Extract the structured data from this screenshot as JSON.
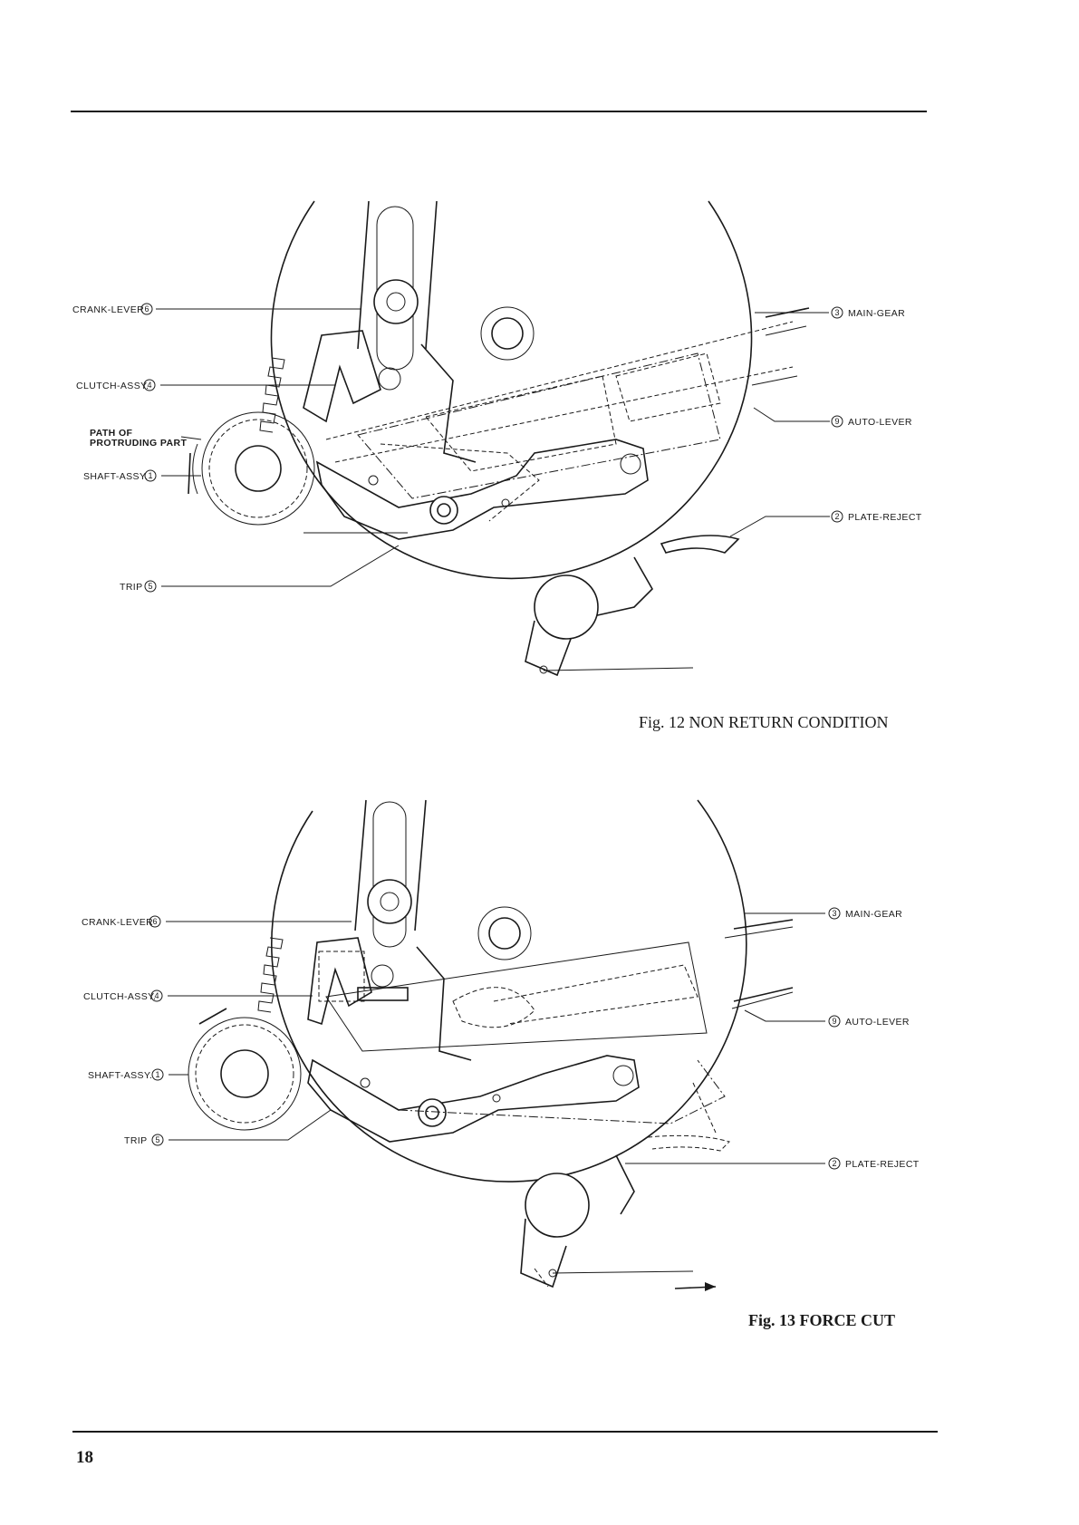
{
  "fig12": {
    "caption": "Fig. 12  NON RETURN CONDITION",
    "labels": {
      "crank_lever": "CRANK-LEVER",
      "crank_lever_num": "6",
      "clutch_assy": "CLUTCH-ASSY.",
      "clutch_assy_num": "4",
      "path_line1": "PATH OF",
      "path_line2": "PROTRUDING PART",
      "shaft_assy": "SHAFT-ASSY.",
      "shaft_assy_num": "1",
      "trip": "TRIP",
      "trip_num": "5",
      "main_gear": "MAIN-GEAR",
      "main_gear_num": "3",
      "auto_lever": "AUTO-LEVER",
      "auto_lever_num": "9",
      "plate_reject": "PLATE-REJECT",
      "plate_reject_num": "2"
    }
  },
  "fig13": {
    "caption": "Fig. 13  FORCE CUT",
    "labels": {
      "crank_lever": "CRANK-LEVER",
      "crank_lever_num": "6",
      "clutch_assy": "CLUTCH-ASSY.",
      "clutch_assy_num": "4",
      "shaft_assy": "SHAFT-ASSY.",
      "shaft_assy_num": "1",
      "trip": "TRIP",
      "trip_num": "5",
      "main_gear": "MAIN-GEAR",
      "main_gear_num": "3",
      "auto_lever": "AUTO-LEVER",
      "auto_lever_num": "9",
      "plate_reject": "PLATE-REJECT",
      "plate_reject_num": "2"
    }
  },
  "page_number": "18"
}
